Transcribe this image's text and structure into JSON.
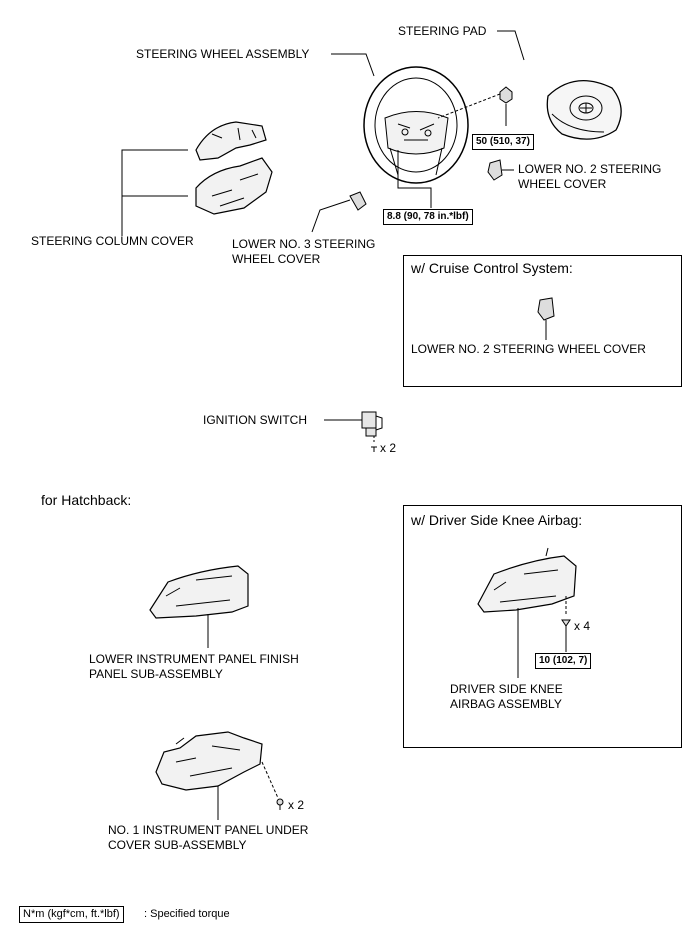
{
  "labels": {
    "steering_pad": "STEERING PAD",
    "steering_wheel_assembly": "STEERING WHEEL ASSEMBLY",
    "torque_pad": "50 (510, 37)",
    "lower_no2_cover": "LOWER NO. 2 STEERING\nWHEEL COVER",
    "torque_wheel": "8.8 (90, 78 in.*lbf)",
    "steering_column_cover": "STEERING COLUMN COVER",
    "lower_no3_cover": "LOWER NO. 3 STEERING\nWHEEL COVER",
    "ignition_switch": "IGNITION SWITCH",
    "ignition_qty": "x 2",
    "for_hatchback": "for Hatchback:",
    "lower_instr_panel": "LOWER INSTRUMENT PANEL FINISH\nPANEL SUB-ASSEMBLY",
    "no1_under_cover": "NO. 1 INSTRUMENT PANEL UNDER\nCOVER SUB-ASSEMBLY",
    "under_cover_qty": "x 2"
  },
  "cruise_box": {
    "title": "w/ Cruise Control System:",
    "part_label": "LOWER NO. 2 STEERING WHEEL COVER"
  },
  "knee_box": {
    "title": "w/ Driver Side Knee Airbag:",
    "qty": "x 4",
    "torque": "10 (102, 7)",
    "part_label": "DRIVER SIDE KNEE\nAIRBAG ASSEMBLY"
  },
  "legend": {
    "unit": "N*m (kgf*cm, ft.*lbf)",
    "description": ": Specified torque"
  }
}
